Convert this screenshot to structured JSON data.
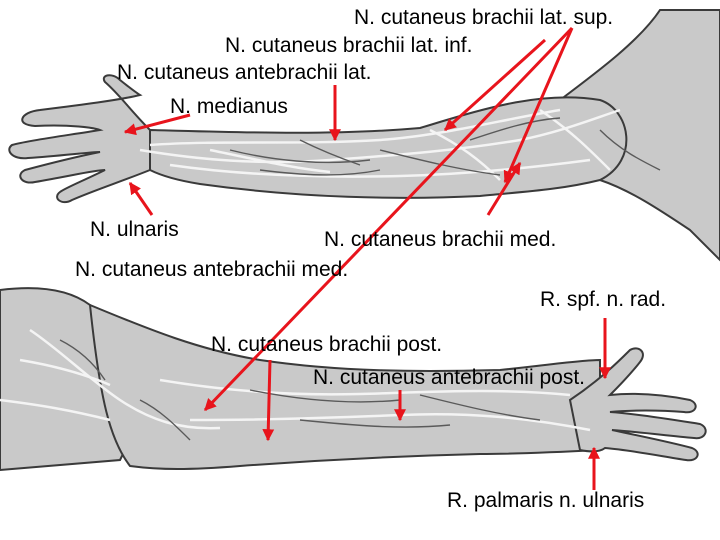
{
  "labels": {
    "brachii_lat_sup": "N. cutaneus brachii lat. sup.",
    "brachii_lat_inf": "N. cutaneus brachii lat. inf.",
    "antebrachii_lat": "N. cutaneus antebrachii lat.",
    "medianus": "N. medianus",
    "ulnaris": "N. ulnaris",
    "brachii_med": "N. cutaneus brachii med.",
    "antebrachii_med": "N. cutaneus antebrachii med.",
    "spf_rad": "R. spf. n. rad.",
    "brachii_post": "N. cutaneus brachii post.",
    "antebrachii_post": "N. cutaneus antebrachii post.",
    "palmaris_ulnaris": "R. palmaris n. ulnaris"
  },
  "colors": {
    "arrow": "#e8141c",
    "skin": "#c9c9c9",
    "skin_shade": "#a9a9a9",
    "outline": "#3a3a3a",
    "nerve": "#f4f4f4",
    "text": "#000000"
  }
}
